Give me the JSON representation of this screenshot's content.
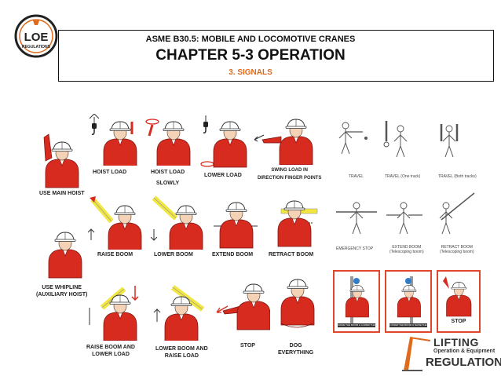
{
  "logo": {
    "line1": "LOE",
    "line2": "REGULATIONS"
  },
  "header": {
    "standard": "ASME B30.5: MOBILE AND LOCOMOTIVE CRANES",
    "chapter": "CHAPTER 5-3 OPERATION",
    "section": "3. SIGNALS"
  },
  "labels": {
    "hoist_load": "HOIST LOAD",
    "hoist_load_slowly_1": "HOIST LOAD",
    "hoist_load_slowly_2": "SLOWLY",
    "lower_load": "LOWER LOAD",
    "swing_load_1": "SWING LOAD IN",
    "swing_load_2": "DIRECTION FINGER POINTS",
    "use_main_hoist": "USE MAIN HOIST",
    "raise_boom": "RAISE BOOM",
    "lower_boom": "LOWER BOOM",
    "extend_boom": "EXTEND BOOM",
    "retract_boom": "RETRACT BOOM",
    "use_whipline_1": "USE WHIPLINE",
    "use_whipline_2": "(AUXILIARY HOIST)",
    "raise_boom_lower_load_1": "RAISE BOOM AND",
    "raise_boom_lower_load_2": "LOWER LOAD",
    "lower_boom_raise_load_1": "LOWER BOOM AND",
    "lower_boom_raise_load_2": "RAISE LOAD",
    "stop": "STOP",
    "dog_everything_1": "DOG",
    "dog_everything_2": "EVERYTHING",
    "stop_framed": "STOP"
  },
  "small_labels": {
    "travel": "TRAVEL",
    "travel_one": "TRAVEL (One track)",
    "travel_both": "TRAVEL (Both tracks)",
    "emergency_stop": "EMERGENCY STOP",
    "extend_boom_tele_1": "EXTEND BOOM",
    "extend_boom_tele_2": "(Telescoping boom)",
    "retract_boom_tele_1": "RETRACT BOOM",
    "retract_boom_tele_2": "(Telescoping boom)"
  },
  "frame_captions": {
    "f1": "RAISE THE BOOM & LOWER THE LOAD",
    "f2": "LOWER THE BOOM & RAISE THE LOAD"
  },
  "brand": {
    "line1": "LIFTING",
    "line2": "Operation & Equipment",
    "line3": "REGULATIONS"
  },
  "colors": {
    "shirt": "#d62b1e",
    "accent": "#e06a1b",
    "boom": "#f2e640",
    "frame": "#e0472a"
  }
}
